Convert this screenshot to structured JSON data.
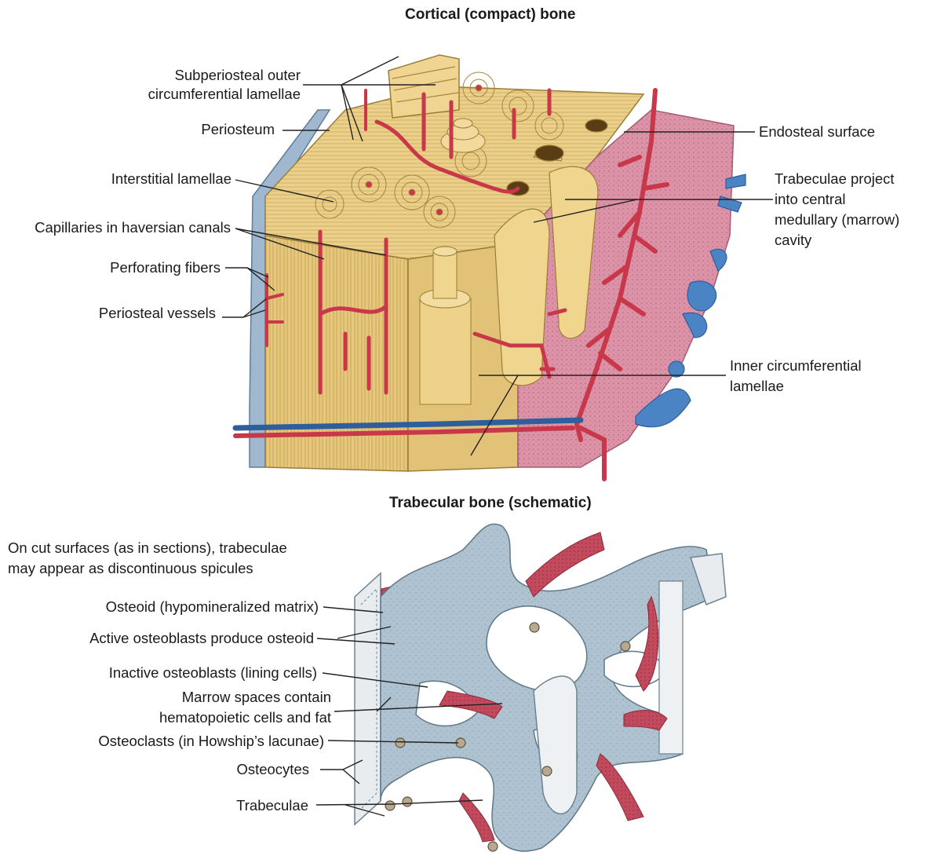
{
  "cortical": {
    "title": "Cortical (compact) bone",
    "labels": {
      "subperiosteal_l1": "Subperiosteal outer",
      "subperiosteal_l2": "circumferential lamellae",
      "periosteum": "Periosteum",
      "interstitial": "Interstitial lamellae",
      "capillaries": "Capillaries in haversian canals",
      "perforating": "Perforating fibers",
      "periosteal_vessels": "Periosteal vessels",
      "endosteal": "Endosteal surface",
      "trabeculae_l1": "Trabeculae project",
      "trabeculae_l2": "into central",
      "trabeculae_l3": "medullary (marrow)",
      "trabeculae_l4": "cavity",
      "inner_l1": "Inner circumferential",
      "inner_l2": "lamellae"
    }
  },
  "trabecular": {
    "title": "Trabecular bone (schematic)",
    "labels": {
      "cut_l1": "On cut surfaces (as in sections), trabeculae",
      "cut_l2": "may appear as discontinuous spicules",
      "osteoid": "Osteoid (hypomineralized matrix)",
      "active": "Active osteoblasts produce osteoid",
      "inactive": "Inactive osteoblasts (lining cells)",
      "marrow_l1": "Marrow spaces contain",
      "marrow_l2": "hematopoietic cells and fat",
      "osteoclasts": "Osteoclasts (in Howship’s lacunae)",
      "osteocytes": "Osteocytes",
      "trabeculae": "Trabeculae"
    }
  },
  "colors": {
    "bone": "#e9cd7f",
    "bone_dark": "#c9a75a",
    "vessel_red": "#c8384a",
    "vessel_blue": "#4b84c4",
    "periosteum_blue": "#9fb8cf",
    "marrow_pink": "#d98ea3",
    "trabecular_gray": "#a9bccb",
    "osteoid_red": "#b83a4d"
  }
}
